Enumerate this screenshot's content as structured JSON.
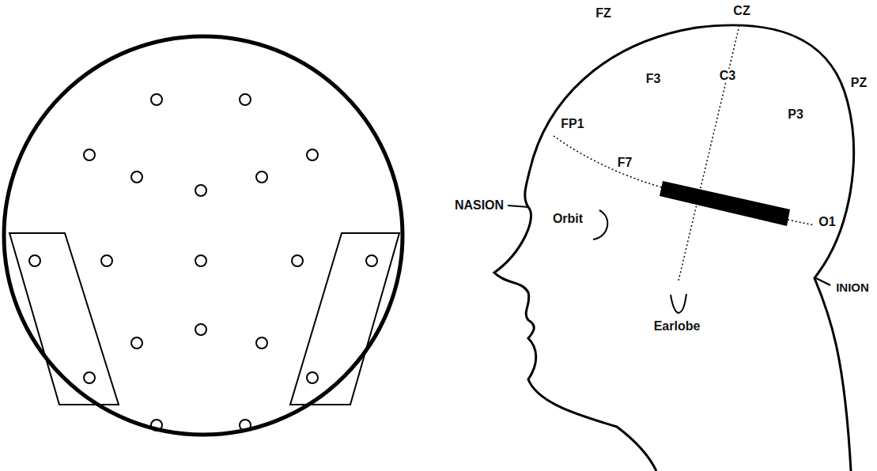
{
  "diagram": {
    "labels": [
      "FZ",
      "CZ",
      "F3",
      "C3",
      "PZ",
      "FP1",
      "P3",
      "F7",
      "NASION",
      "Orbit",
      "O1",
      "INION",
      "Earlobe"
    ]
  }
}
